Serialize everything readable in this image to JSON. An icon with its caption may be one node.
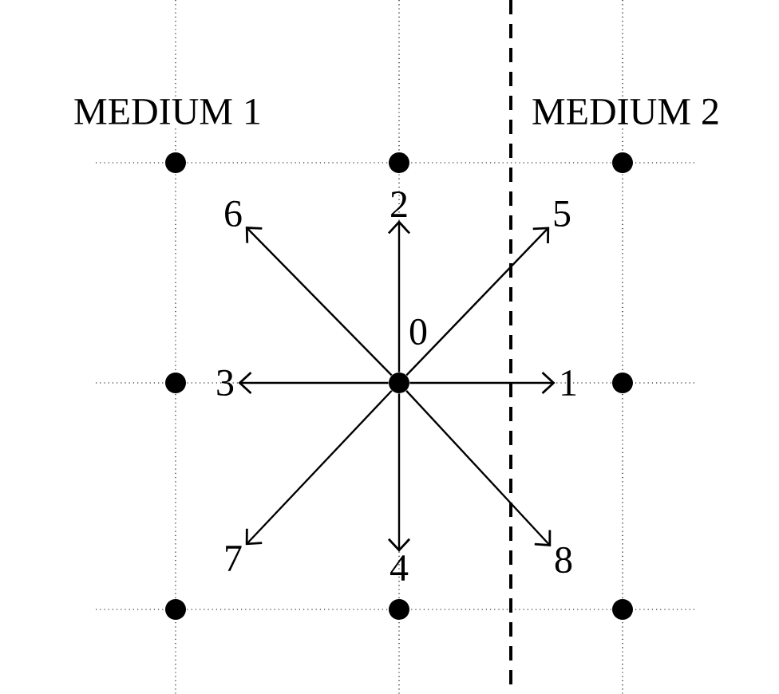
{
  "diagram": {
    "nodes": [
      {
        "text": [],
        "shape": "circle",
        "beside": [
          "0"
        ]
      },
      {
        "text": [
          "1"
        ]
      },
      {
        "text": [
          "2"
        ]
      },
      {
        "text": [
          "3"
        ]
      },
      {
        "text": [
          "4"
        ]
      },
      {
        "text": [
          "5"
        ]
      },
      {
        "text": [
          "6"
        ]
      },
      {
        "text": [
          "7"
        ]
      },
      {
        "text": [
          "8"
        ]
      },
      {
        "text": [],
        "shape": "circle"
      },
      {
        "text": [],
        "shape": "circle"
      },
      {
        "text": [],
        "shape": "circle"
      },
      {
        "text": [],
        "shape": "circle"
      },
      {
        "text": [],
        "shape": "circle"
      },
      {
        "text": [],
        "shape": "circle"
      },
      {
        "text": [],
        "shape": "circle"
      },
      {
        "text": [],
        "shape": "circle"
      }
    ],
    "edges": [
      {
        "from": 0,
        "to": 1,
        "arrow": "to"
      },
      {
        "from": 0,
        "to": 2,
        "arrow": "to"
      },
      {
        "from": 0,
        "to": 3,
        "arrow": "to"
      },
      {
        "from": 0,
        "to": 4,
        "arrow": "to"
      },
      {
        "from": 0,
        "to": 5,
        "arrow": "to"
      },
      {
        "from": 0,
        "to": 6,
        "arrow": "to"
      },
      {
        "from": 0,
        "to": 7,
        "arrow": "to"
      },
      {
        "from": 0,
        "to": 8,
        "arrow": "to"
      }
    ],
    "labels": [
      "MEDIUM 1",
      "MEDIUM 2"
    ]
  }
}
